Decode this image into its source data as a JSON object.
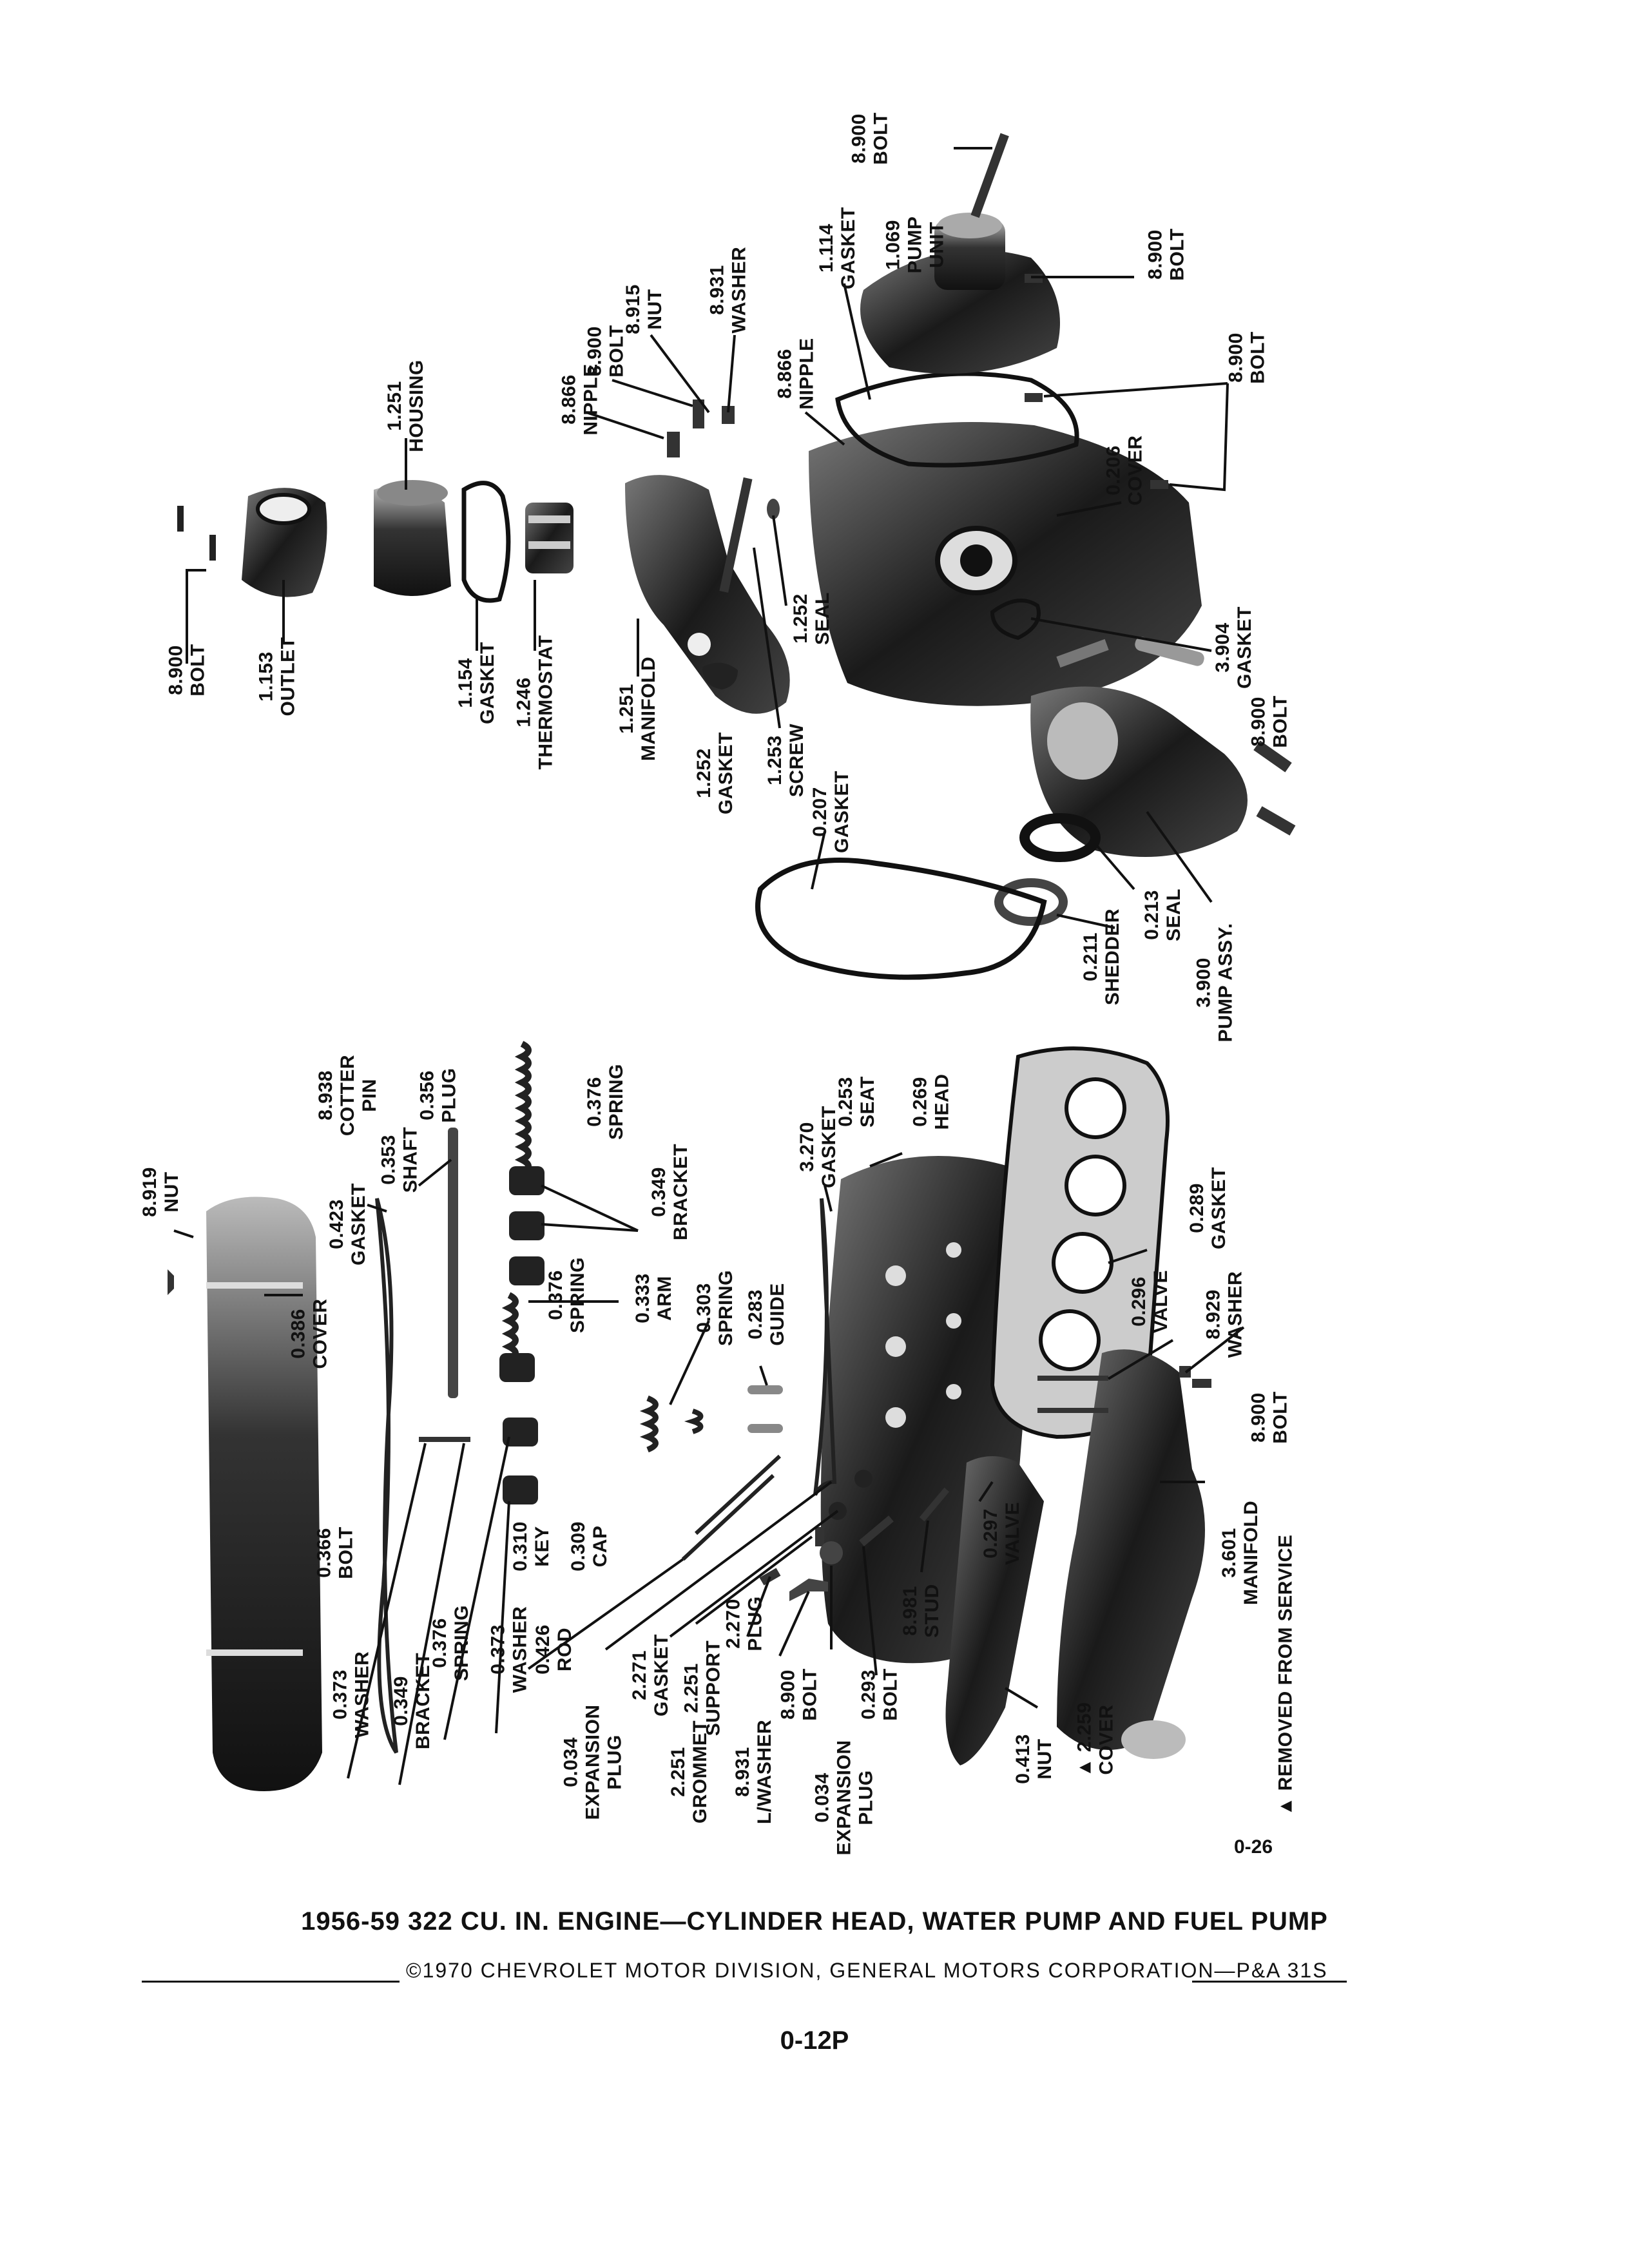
{
  "figure_code": "0-26",
  "footer": {
    "title": "1956-59 322 CU. IN. ENGINE—CYLINDER HEAD, WATER PUMP AND FUEL PUMP",
    "copyright": "©1970 CHEVROLET MOTOR DIVISION, GENERAL MOTORS CORPORATION—P&A 31S",
    "page_number": "0-12P"
  },
  "labels": [
    {
      "id": "bolt-8900-a",
      "lines": [
        "8.900",
        "BOLT"
      ]
    },
    {
      "id": "outlet-1153",
      "lines": [
        "1.153",
        "OUTLET"
      ]
    },
    {
      "id": "housing-1251",
      "lines": [
        "1.251",
        "HOUSING"
      ]
    },
    {
      "id": "gasket-1154",
      "lines": [
        "1.154",
        "GASKET"
      ]
    },
    {
      "id": "thermostat-1246",
      "lines": [
        "1.246",
        "THERMOSTAT"
      ]
    },
    {
      "id": "nipple-8866-a",
      "lines": [
        "8.866",
        "NIPPLE"
      ]
    },
    {
      "id": "bolt-8900-b",
      "lines": [
        "8.900",
        "BOLT"
      ]
    },
    {
      "id": "nut-8915",
      "lines": [
        "8.915",
        "NUT"
      ]
    },
    {
      "id": "washer-8931",
      "lines": [
        "8.931",
        "WASHER"
      ]
    },
    {
      "id": "manifold-1251",
      "lines": [
        "1.251",
        "MANIFOLD"
      ]
    },
    {
      "id": "gasket-1252",
      "lines": [
        "1.252",
        "GASKET"
      ]
    },
    {
      "id": "seal-1252",
      "lines": [
        "1.252",
        "SEAL"
      ]
    },
    {
      "id": "screw-1253",
      "lines": [
        "1.253",
        "SCREW"
      ]
    },
    {
      "id": "nipple-8866-b",
      "lines": [
        "8.866",
        "NIPPLE"
      ]
    },
    {
      "id": "gasket-1114",
      "lines": [
        "1.114",
        "GASKET"
      ]
    },
    {
      "id": "pump-unit-1069",
      "lines": [
        "1.069",
        "PUMP",
        "UNIT"
      ]
    },
    {
      "id": "bolt-8900-c",
      "lines": [
        "8.900",
        "BOLT"
      ]
    },
    {
      "id": "bolt-8900-d",
      "lines": [
        "8.900",
        "BOLT"
      ]
    },
    {
      "id": "bolt-8900-e",
      "lines": [
        "8.900",
        "BOLT"
      ]
    },
    {
      "id": "cover-0206",
      "lines": [
        "0.206",
        "COVER"
      ]
    },
    {
      "id": "gasket-3904",
      "lines": [
        "3.904",
        "GASKET"
      ]
    },
    {
      "id": "bolt-8900-f",
      "lines": [
        "8.900",
        "BOLT"
      ]
    },
    {
      "id": "gasket-0207",
      "lines": [
        "0.207",
        "GASKET"
      ]
    },
    {
      "id": "shedder-0211",
      "lines": [
        "0.211",
        "SHEDDER"
      ]
    },
    {
      "id": "seal-0213",
      "lines": [
        "0.213",
        "SEAL"
      ]
    },
    {
      "id": "pump-assy-3900",
      "lines": [
        "3.900",
        "PUMP ASSY."
      ]
    },
    {
      "id": "nut-8919",
      "lines": [
        "8.919",
        "NUT"
      ]
    },
    {
      "id": "cover-0386",
      "lines": [
        "0.386",
        "COVER"
      ]
    },
    {
      "id": "gasket-0423",
      "lines": [
        "0.423",
        "GASKET"
      ]
    },
    {
      "id": "shaft-0353",
      "lines": [
        "0.353",
        "SHAFT"
      ]
    },
    {
      "id": "cotter-pin-8938",
      "lines": [
        "8.938",
        "COTTER",
        "PIN"
      ]
    },
    {
      "id": "plug-0356",
      "lines": [
        "0.356",
        "PLUG"
      ]
    },
    {
      "id": "spring-0376-a",
      "lines": [
        "0.376",
        "SPRING"
      ]
    },
    {
      "id": "bracket-0349-a",
      "lines": [
        "0.349",
        "BRACKET"
      ]
    },
    {
      "id": "spring-0376-b",
      "lines": [
        "0.376",
        "SPRING"
      ]
    },
    {
      "id": "arm-0333",
      "lines": [
        "0.333",
        "ARM"
      ]
    },
    {
      "id": "spring-0303",
      "lines": [
        "0.303",
        "SPRING"
      ]
    },
    {
      "id": "guide-0283",
      "lines": [
        "0.283",
        "GUIDE"
      ]
    },
    {
      "id": "gasket-3270",
      "lines": [
        "3.270",
        "GASKET"
      ]
    },
    {
      "id": "seat-0253",
      "lines": [
        "0.253",
        "SEAT"
      ]
    },
    {
      "id": "head-0269",
      "lines": [
        "0.269",
        "HEAD"
      ]
    },
    {
      "id": "gasket-0289",
      "lines": [
        "0.289",
        "GASKET"
      ]
    },
    {
      "id": "valve-0296",
      "lines": [
        "0.296",
        "VALVE"
      ]
    },
    {
      "id": "washer-8929",
      "lines": [
        "8.929",
        "WASHER"
      ]
    },
    {
      "id": "bolt-8900-g",
      "lines": [
        "8.900",
        "BOLT"
      ]
    },
    {
      "id": "manifold-3601",
      "lines": [
        "3.601",
        "MANIFOLD"
      ]
    },
    {
      "id": "valve-0297",
      "lines": [
        "0.297",
        "VALVE"
      ]
    },
    {
      "id": "bolt-0366",
      "lines": [
        "0.366",
        "BOLT"
      ]
    },
    {
      "id": "key-0310",
      "lines": [
        "0.310",
        "KEY"
      ]
    },
    {
      "id": "cap-0309",
      "lines": [
        "0.309",
        "CAP"
      ]
    },
    {
      "id": "washer-0373-a",
      "lines": [
        "0.373",
        "WASHER"
      ]
    },
    {
      "id": "bracket-0349-b",
      "lines": [
        "0.349",
        "BRACKET"
      ]
    },
    {
      "id": "spring-0376-c",
      "lines": [
        "0.376",
        "SPRING"
      ]
    },
    {
      "id": "washer-0373-b",
      "lines": [
        "0.373",
        "WASHER"
      ]
    },
    {
      "id": "rod-0426",
      "lines": [
        "0.426",
        "ROD"
      ]
    },
    {
      "id": "expansion-plug-0034-a",
      "lines": [
        "0.034",
        "EXPANSION",
        "PLUG"
      ]
    },
    {
      "id": "gasket-2271",
      "lines": [
        "2.271",
        "GASKET"
      ]
    },
    {
      "id": "plug-2270",
      "lines": [
        "2.270",
        "PLUG"
      ]
    },
    {
      "id": "grommet-2251",
      "lines": [
        "2.251",
        "GROMMET"
      ]
    },
    {
      "id": "support-2251",
      "lines": [
        "2.251",
        "SUPPORT"
      ]
    },
    {
      "id": "lwasher-8931",
      "lines": [
        "8.931",
        "L/WASHER"
      ]
    },
    {
      "id": "bolt-8900-h",
      "lines": [
        "8.900",
        "BOLT"
      ]
    },
    {
      "id": "expansion-plug-0034-b",
      "lines": [
        "0.034",
        "EXPANSION",
        "PLUG"
      ]
    },
    {
      "id": "bolt-0293",
      "lines": [
        "0.293",
        "BOLT"
      ]
    },
    {
      "id": "stud-8981",
      "lines": [
        "8.981",
        "STUD"
      ]
    },
    {
      "id": "nut-0413",
      "lines": [
        "0.413",
        "NUT"
      ]
    },
    {
      "id": "cover-2259",
      "lines": [
        "▲ 2.259",
        "COVER"
      ]
    },
    {
      "id": "removed-note",
      "lines": [
        "▲ REMOVED FROM SERVICE"
      ]
    }
  ]
}
